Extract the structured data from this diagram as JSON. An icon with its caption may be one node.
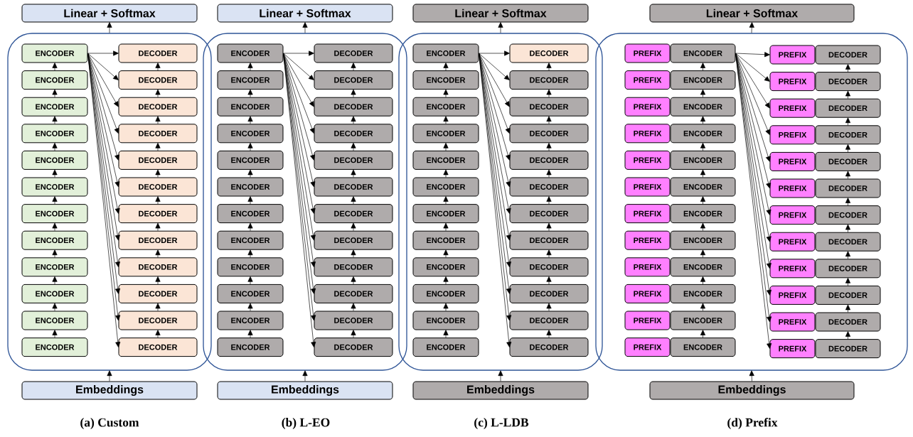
{
  "diagram": {
    "nodes": [
      {
        "text": [
          "Linear + Softmax"
        ]
      },
      {
        "text": [],
        "shape": "box"
      },
      {
        "text": [
          "ENCODER"
        ],
        "in": 1
      },
      {
        "text": [
          "ENCODER"
        ],
        "in": 1
      },
      {
        "text": [
          "ENCODER"
        ],
        "in": 1
      },
      {
        "text": [
          "ENCODER"
        ],
        "in": 1
      },
      {
        "text": [
          "ENCODER"
        ],
        "in": 1
      },
      {
        "text": [
          "ENCODER"
        ],
        "in": 1
      },
      {
        "text": [
          "ENCODER"
        ],
        "in": 1
      },
      {
        "text": [
          "ENCODER"
        ],
        "in": 1
      },
      {
        "text": [
          "ENCODER"
        ],
        "in": 1
      },
      {
        "text": [
          "ENCODER"
        ],
        "in": 1
      },
      {
        "text": [
          "ENCODER"
        ],
        "in": 1
      },
      {
        "text": [
          "ENCODER"
        ],
        "in": 1
      },
      {
        "text": [
          "DECODER"
        ],
        "in": 1
      },
      {
        "text": [
          "DECODER"
        ],
        "in": 1
      },
      {
        "text": [
          "DECODER"
        ],
        "in": 1
      },
      {
        "text": [
          "DECODER"
        ],
        "in": 1
      },
      {
        "text": [
          "DECODER"
        ],
        "in": 1
      },
      {
        "text": [
          "DECODER"
        ],
        "in": 1
      },
      {
        "text": [
          "DECODER"
        ],
        "in": 1
      },
      {
        "text": [
          "DECODER"
        ],
        "in": 1
      },
      {
        "text": [
          "DECODER"
        ],
        "in": 1
      },
      {
        "text": [
          "DECODER"
        ],
        "in": 1
      },
      {
        "text": [
          "DECODER"
        ],
        "in": 1
      },
      {
        "text": [
          "DECODER"
        ],
        "in": 1
      },
      {
        "text": [
          "Embeddings"
        ]
      },
      {
        "text": [
          "Linear + Softmax"
        ]
      },
      {
        "text": [],
        "shape": "box"
      },
      {
        "text": [
          "ENCODER"
        ],
        "in": 28
      },
      {
        "text": [
          "ENCODER"
        ],
        "in": 28
      },
      {
        "text": [
          "ENCODER"
        ],
        "in": 28
      },
      {
        "text": [
          "ENCODER"
        ],
        "in": 28
      },
      {
        "text": [
          "ENCODER"
        ],
        "in": 28
      },
      {
        "text": [
          "ENCODER"
        ],
        "in": 28
      },
      {
        "text": [
          "ENCODER"
        ],
        "in": 28
      },
      {
        "text": [
          "ENCODER"
        ],
        "in": 28
      },
      {
        "text": [
          "ENCODER"
        ],
        "in": 28
      },
      {
        "text": [
          "ENCODER"
        ],
        "in": 28
      },
      {
        "text": [
          "ENCODER"
        ],
        "in": 28
      },
      {
        "text": [
          "ENCODER"
        ],
        "in": 28
      },
      {
        "text": [
          "DECODER"
        ],
        "in": 28
      },
      {
        "text": [
          "DECODER"
        ],
        "in": 28
      },
      {
        "text": [
          "DECODER"
        ],
        "in": 28
      },
      {
        "text": [
          "DECODER"
        ],
        "in": 28
      },
      {
        "text": [
          "DECODER"
        ],
        "in": 28
      },
      {
        "text": [
          "DECODER"
        ],
        "in": 28
      },
      {
        "text": [
          "DECODER"
        ],
        "in": 28
      },
      {
        "text": [
          "DECODER"
        ],
        "in": 28
      },
      {
        "text": [
          "DECODER"
        ],
        "in": 28
      },
      {
        "text": [
          "DECODER"
        ],
        "in": 28
      },
      {
        "text": [
          "DECODER"
        ],
        "in": 28
      },
      {
        "text": [
          "DECODER"
        ],
        "in": 28
      },
      {
        "text": [
          "Embeddings"
        ]
      },
      {
        "text": [
          "Linear + Softmax"
        ]
      },
      {
        "text": [],
        "shape": "box"
      },
      {
        "text": [
          "ENCODER"
        ],
        "in": 55
      },
      {
        "text": [
          "ENCODER"
        ],
        "in": 55
      },
      {
        "text": [
          "ENCODER"
        ],
        "in": 55
      },
      {
        "text": [
          "ENCODER"
        ],
        "in": 55
      },
      {
        "text": [
          "ENCODER"
        ],
        "in": 55
      },
      {
        "text": [
          "ENCODER"
        ],
        "in": 55
      },
      {
        "text": [
          "ENCODER"
        ],
        "in": 55
      },
      {
        "text": [
          "ENCODER"
        ],
        "in": 55
      },
      {
        "text": [
          "ENCODER"
        ],
        "in": 55
      },
      {
        "text": [
          "ENCODER"
        ],
        "in": 55
      },
      {
        "text": [
          "ENCODER"
        ],
        "in": 55
      },
      {
        "text": [
          "ENCODER"
        ],
        "in": 55
      },
      {
        "text": [
          "DECODER"
        ],
        "in": 55
      },
      {
        "text": [
          "DECODER"
        ],
        "in": 55
      },
      {
        "text": [
          "DECODER"
        ],
        "in": 55
      },
      {
        "text": [
          "DECODER"
        ],
        "in": 55
      },
      {
        "text": [
          "DECODER"
        ],
        "in": 55
      },
      {
        "text": [
          "DECODER"
        ],
        "in": 55
      },
      {
        "text": [
          "DECODER"
        ],
        "in": 55
      },
      {
        "text": [
          "DECODER"
        ],
        "in": 55
      },
      {
        "text": [
          "DECODER"
        ],
        "in": 55
      },
      {
        "text": [
          "DECODER"
        ],
        "in": 55
      },
      {
        "text": [
          "DECODER"
        ],
        "in": 55
      },
      {
        "text": [
          "DECODER"
        ],
        "in": 55
      },
      {
        "text": [
          "Embeddings"
        ]
      },
      {
        "text": [
          "Linear + Softmax"
        ]
      },
      {
        "text": [],
        "shape": "box"
      },
      {
        "text": [
          "PREFIX"
        ],
        "in": 82
      },
      {
        "text": [
          "ENCODER"
        ],
        "in": 82
      },
      {
        "text": [
          "PREFIX"
        ],
        "in": 82
      },
      {
        "text": [
          "ENCODER"
        ],
        "in": 82
      },
      {
        "text": [
          "PREFIX"
        ],
        "in": 82
      },
      {
        "text": [
          "ENCODER"
        ],
        "in": 82
      },
      {
        "text": [
          "PREFIX"
        ],
        "in": 82
      },
      {
        "text": [
          "ENCODER"
        ],
        "in": 82
      },
      {
        "text": [
          "PREFIX"
        ],
        "in": 82
      },
      {
        "text": [
          "ENCODER"
        ],
        "in": 82
      },
      {
        "text": [
          "PREFIX"
        ],
        "in": 82
      },
      {
        "text": [
          "ENCODER"
        ],
        "in": 82
      },
      {
        "text": [
          "PREFIX"
        ],
        "in": 82
      },
      {
        "text": [
          "ENCODER"
        ],
        "in": 82
      },
      {
        "text": [
          "PREFIX"
        ],
        "in": 82
      },
      {
        "text": [
          "ENCODER"
        ],
        "in": 82
      },
      {
        "text": [
          "PREFIX"
        ],
        "in": 82
      },
      {
        "text": [
          "ENCODER"
        ],
        "in": 82
      },
      {
        "text": [
          "PREFIX"
        ],
        "in": 82
      },
      {
        "text": [
          "ENCODER"
        ],
        "in": 82
      },
      {
        "text": [
          "PREFIX"
        ],
        "in": 82
      },
      {
        "text": [
          "ENCODER"
        ],
        "in": 82
      },
      {
        "text": [
          "PREFIX"
        ],
        "in": 82
      },
      {
        "text": [
          "ENCODER"
        ],
        "in": 82
      },
      {
        "text": [
          "PREFIX"
        ],
        "in": 82
      },
      {
        "text": [
          "DECODER"
        ],
        "in": 82
      },
      {
        "text": [
          "PREFIX"
        ],
        "in": 82
      },
      {
        "text": [
          "DECODER"
        ],
        "in": 82
      },
      {
        "text": [
          "PREFIX"
        ],
        "in": 82
      },
      {
        "text": [
          "DECODER"
        ],
        "in": 82
      },
      {
        "text": [
          "PREFIX"
        ],
        "in": 82
      },
      {
        "text": [
          "DECODER"
        ],
        "in": 82
      },
      {
        "text": [
          "PREFIX"
        ],
        "in": 82
      },
      {
        "text": [
          "DECODER"
        ],
        "in": 82
      },
      {
        "text": [
          "PREFIX"
        ],
        "in": 82
      },
      {
        "text": [
          "DECODER"
        ],
        "in": 82
      },
      {
        "text": [
          "PREFIX"
        ],
        "in": 82
      },
      {
        "text": [
          "DECODER"
        ],
        "in": 82
      },
      {
        "text": [
          "PREFIX"
        ],
        "in": 82
      },
      {
        "text": [
          "DECODER"
        ],
        "in": 82
      },
      {
        "text": [
          "PREFIX"
        ],
        "in": 82
      },
      {
        "text": [
          "DECODER"
        ],
        "in": 82
      },
      {
        "text": [
          "PREFIX"
        ],
        "in": 82
      },
      {
        "text": [
          "DECODER"
        ],
        "in": 82
      },
      {
        "text": [
          "PREFIX"
        ],
        "in": 82
      },
      {
        "text": [
          "DECODER"
        ],
        "in": 82
      },
      {
        "text": [
          "PREFIX"
        ],
        "in": 82
      },
      {
        "text": [
          "DECODER"
        ],
        "in": 82
      },
      {
        "text": [
          "Embeddings"
        ]
      }
    ],
    "edges": [
      {
        "from": 1,
        "to": 0,
        "arrow": "to"
      },
      {
        "from": 26,
        "to": 1,
        "arrow": "to"
      },
      {
        "from": 3,
        "to": 2,
        "arrow": "to"
      },
      {
        "from": 4,
        "to": 3,
        "arrow": "to"
      },
      {
        "from": 5,
        "to": 4,
        "arrow": "to"
      },
      {
        "from": 6,
        "to": 5,
        "arrow": "to"
      },
      {
        "from": 7,
        "to": 6,
        "arrow": "to"
      },
      {
        "from": 8,
        "to": 7,
        "arrow": "to"
      },
      {
        "from": 9,
        "to": 8,
        "arrow": "to"
      },
      {
        "from": 10,
        "to": 9,
        "arrow": "to"
      },
      {
        "from": 11,
        "to": 10,
        "arrow": "to"
      },
      {
        "from": 12,
        "to": 11,
        "arrow": "to"
      },
      {
        "from": 13,
        "to": 12,
        "arrow": "to"
      },
      {
        "from": 15,
        "to": 14,
        "arrow": "to"
      },
      {
        "from": 16,
        "to": 15,
        "arrow": "to"
      },
      {
        "from": 17,
        "to": 16,
        "arrow": "to"
      },
      {
        "from": 18,
        "to": 17,
        "arrow": "to"
      },
      {
        "from": 19,
        "to": 18,
        "arrow": "to"
      },
      {
        "from": 20,
        "to": 19,
        "arrow": "to"
      },
      {
        "from": 21,
        "to": 20,
        "arrow": "to"
      },
      {
        "from": 22,
        "to": 21,
        "arrow": "to"
      },
      {
        "from": 23,
        "to": 22,
        "arrow": "to"
      },
      {
        "from": 24,
        "to": 23,
        "arrow": "to"
      },
      {
        "from": 25,
        "to": 24,
        "arrow": "to"
      },
      {
        "from": 2,
        "to": 14,
        "arrow": "to"
      },
      {
        "from": 2,
        "to": 15,
        "arrow": "to"
      },
      {
        "from": 2,
        "to": 16,
        "arrow": "to"
      },
      {
        "from": 2,
        "to": 17,
        "arrow": "to"
      },
      {
        "from": 2,
        "to": 18,
        "arrow": "to"
      },
      {
        "from": 2,
        "to": 19,
        "arrow": "to"
      },
      {
        "from": 2,
        "to": 20,
        "arrow": "to"
      },
      {
        "from": 2,
        "to": 21,
        "arrow": "to"
      },
      {
        "from": 2,
        "to": 22,
        "arrow": "to"
      },
      {
        "from": 2,
        "to": 23,
        "arrow": "to"
      },
      {
        "from": 2,
        "to": 24,
        "arrow": "to"
      },
      {
        "from": 2,
        "to": 25,
        "arrow": "to"
      },
      {
        "from": 28,
        "to": 27,
        "arrow": "to"
      },
      {
        "from": 53,
        "to": 28,
        "arrow": "to"
      },
      {
        "from": 30,
        "to": 29,
        "arrow": "to"
      },
      {
        "from": 31,
        "to": 30,
        "arrow": "to"
      },
      {
        "from": 32,
        "to": 31,
        "arrow": "to"
      },
      {
        "from": 33,
        "to": 32,
        "arrow": "to"
      },
      {
        "from": 34,
        "to": 33,
        "arrow": "to"
      },
      {
        "from": 35,
        "to": 34,
        "arrow": "to"
      },
      {
        "from": 36,
        "to": 35,
        "arrow": "to"
      },
      {
        "from": 37,
        "to": 36,
        "arrow": "to"
      },
      {
        "from": 38,
        "to": 37,
        "arrow": "to"
      },
      {
        "from": 39,
        "to": 38,
        "arrow": "to"
      },
      {
        "from": 40,
        "to": 39,
        "arrow": "to"
      },
      {
        "from": 42,
        "to": 41,
        "arrow": "to"
      },
      {
        "from": 43,
        "to": 42,
        "arrow": "to"
      },
      {
        "from": 44,
        "to": 43,
        "arrow": "to"
      },
      {
        "from": 45,
        "to": 44,
        "arrow": "to"
      },
      {
        "from": 46,
        "to": 45,
        "arrow": "to"
      },
      {
        "from": 47,
        "to": 46,
        "arrow": "to"
      },
      {
        "from": 48,
        "to": 47,
        "arrow": "to"
      },
      {
        "from": 49,
        "to": 48,
        "arrow": "to"
      },
      {
        "from": 50,
        "to": 49,
        "arrow": "to"
      },
      {
        "from": 51,
        "to": 50,
        "arrow": "to"
      },
      {
        "from": 52,
        "to": 51,
        "arrow": "to"
      },
      {
        "from": 29,
        "to": 41,
        "arrow": "to"
      },
      {
        "from": 29,
        "to": 42,
        "arrow": "to"
      },
      {
        "from": 29,
        "to": 43,
        "arrow": "to"
      },
      {
        "from": 29,
        "to": 44,
        "arrow": "to"
      },
      {
        "from": 29,
        "to": 45,
        "arrow": "to"
      },
      {
        "from": 29,
        "to": 46,
        "arrow": "to"
      },
      {
        "from": 29,
        "to": 47,
        "arrow": "to"
      },
      {
        "from": 29,
        "to": 48,
        "arrow": "to"
      },
      {
        "from": 29,
        "to": 49,
        "arrow": "to"
      },
      {
        "from": 29,
        "to": 50,
        "arrow": "to"
      },
      {
        "from": 29,
        "to": 51,
        "arrow": "to"
      },
      {
        "from": 29,
        "to": 52,
        "arrow": "to"
      },
      {
        "from": 55,
        "to": 54,
        "arrow": "to"
      },
      {
        "from": 80,
        "to": 55,
        "arrow": "to"
      },
      {
        "from": 57,
        "to": 56,
        "arrow": "to"
      },
      {
        "from": 58,
        "to": 57,
        "arrow": "to"
      },
      {
        "from": 59,
        "to": 58,
        "arrow": "to"
      },
      {
        "from": 60,
        "to": 59,
        "arrow": "to"
      },
      {
        "from": 61,
        "to": 60,
        "arrow": "to"
      },
      {
        "from": 62,
        "to": 61,
        "arrow": "to"
      },
      {
        "from": 63,
        "to": 62,
        "arrow": "to"
      },
      {
        "from": 64,
        "to": 63,
        "arrow": "to"
      },
      {
        "from": 65,
        "to": 64,
        "arrow": "to"
      },
      {
        "from": 66,
        "to": 65,
        "arrow": "to"
      },
      {
        "from": 67,
        "to": 66,
        "arrow": "to"
      },
      {
        "from": 69,
        "to": 68,
        "arrow": "to"
      },
      {
        "from": 70,
        "to": 69,
        "arrow": "to"
      },
      {
        "from": 71,
        "to": 70,
        "arrow": "to"
      },
      {
        "from": 72,
        "to": 71,
        "arrow": "to"
      },
      {
        "from": 73,
        "to": 72,
        "arrow": "to"
      },
      {
        "from": 74,
        "to": 73,
        "arrow": "to"
      },
      {
        "from": 75,
        "to": 74,
        "arrow": "to"
      },
      {
        "from": 76,
        "to": 75,
        "arrow": "to"
      },
      {
        "from": 77,
        "to": 76,
        "arrow": "to"
      },
      {
        "from": 78,
        "to": 77,
        "arrow": "to"
      },
      {
        "from": 79,
        "to": 78,
        "arrow": "to"
      },
      {
        "from": 56,
        "to": 68,
        "arrow": "to"
      },
      {
        "from": 56,
        "to": 69,
        "arrow": "to"
      },
      {
        "from": 56,
        "to": 70,
        "arrow": "to"
      },
      {
        "from": 56,
        "to": 71,
        "arrow": "to"
      },
      {
        "from": 56,
        "to": 72,
        "arrow": "to"
      },
      {
        "from": 56,
        "to": 73,
        "arrow": "to"
      },
      {
        "from": 56,
        "to": 74,
        "arrow": "to"
      },
      {
        "from": 56,
        "to": 75,
        "arrow": "to"
      },
      {
        "from": 56,
        "to": 76,
        "arrow": "to"
      },
      {
        "from": 56,
        "to": 77,
        "arrow": "to"
      },
      {
        "from": 56,
        "to": 78,
        "arrow": "to"
      },
      {
        "from": 56,
        "to": 79,
        "arrow": "to"
      },
      {
        "from": 82,
        "to": 81,
        "arrow": "to"
      },
      {
        "from": 131,
        "to": 82,
        "arrow": "to"
      },
      {
        "from": 86,
        "to": 84,
        "arrow": "to"
      },
      {
        "from": 88,
        "to": 86,
        "arrow": "to"
      },
      {
        "from": 90,
        "to": 88,
        "arrow": "to"
      },
      {
        "from": 92,
        "to": 90,
        "arrow": "to"
      },
      {
        "from": 94,
        "to": 92,
        "arrow": "to"
      },
      {
        "from": 96,
        "to": 94,
        "arrow": "to"
      },
      {
        "from": 98,
        "to": 96,
        "arrow": "to"
      },
      {
        "from": 100,
        "to": 98,
        "arrow": "to"
      },
      {
        "from": 102,
        "to": 100,
        "arrow": "to"
      },
      {
        "from": 104,
        "to": 102,
        "arrow": "to"
      },
      {
        "from": 106,
        "to": 104,
        "arrow": "to"
      },
      {
        "from": 110,
        "to": 108,
        "arrow": "to"
      },
      {
        "from": 112,
        "to": 110,
        "arrow": "to"
      },
      {
        "from": 114,
        "to": 112,
        "arrow": "to"
      },
      {
        "from": 116,
        "to": 114,
        "arrow": "to"
      },
      {
        "from": 118,
        "to": 116,
        "arrow": "to"
      },
      {
        "from": 120,
        "to": 118,
        "arrow": "to"
      },
      {
        "from": 122,
        "to": 120,
        "arrow": "to"
      },
      {
        "from": 124,
        "to": 122,
        "arrow": "to"
      },
      {
        "from": 126,
        "to": 124,
        "arrow": "to"
      },
      {
        "from": 128,
        "to": 126,
        "arrow": "to"
      },
      {
        "from": 130,
        "to": 128,
        "arrow": "to"
      },
      {
        "from": 84,
        "to": 107,
        "arrow": "to"
      },
      {
        "from": 84,
        "to": 109,
        "arrow": "to"
      },
      {
        "from": 84,
        "to": 111,
        "arrow": "to"
      },
      {
        "from": 84,
        "to": 113,
        "arrow": "to"
      },
      {
        "from": 84,
        "to": 115,
        "arrow": "to"
      },
      {
        "from": 84,
        "to": 117,
        "arrow": "to"
      },
      {
        "from": 84,
        "to": 119,
        "arrow": "to"
      },
      {
        "from": 84,
        "to": 121,
        "arrow": "to"
      },
      {
        "from": 84,
        "to": 123,
        "arrow": "to"
      },
      {
        "from": 84,
        "to": 125,
        "arrow": "to"
      },
      {
        "from": 84,
        "to": 127,
        "arrow": "to"
      },
      {
        "from": 84,
        "to": 129,
        "arrow": "to"
      }
    ],
    "labels": [
      "(a) Custom",
      "(b) L-EO",
      "(c) L-LDB",
      "(d) Prefix"
    ]
  }
}
